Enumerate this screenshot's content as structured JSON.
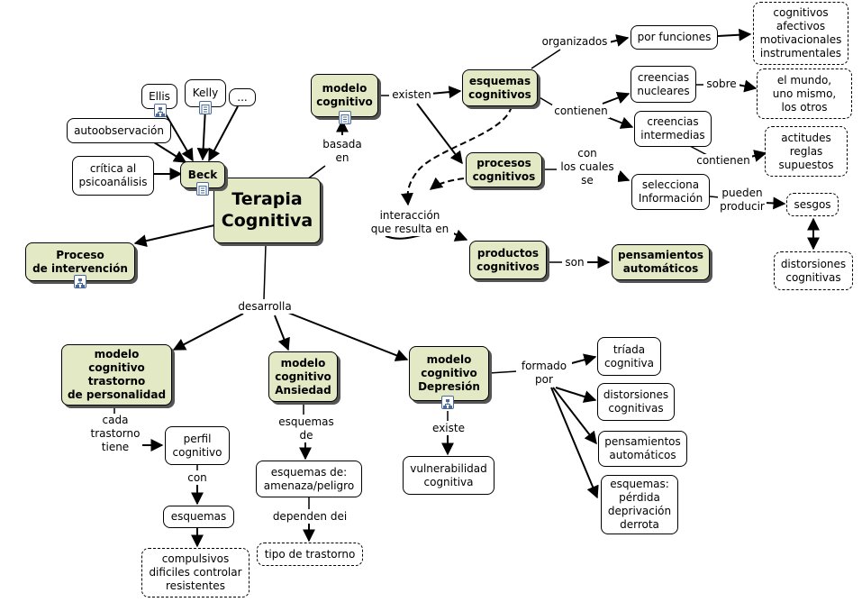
{
  "concepts": {
    "terapia": "Terapia\nCognitiva",
    "beck": "Beck",
    "ellis": "Ellis",
    "kelly": "Kelly",
    "ellipsis": "...",
    "autoobservacion": "autoobservación",
    "critica": "crítica al\npsicoanálisis",
    "proceso": "Proceso\nde intervención",
    "modelo_cognitivo": "modelo\ncognitivo",
    "esquemas_cognitivos": "esquemas\ncognitivos",
    "por_funciones": "por funciones",
    "tipos_funciones": "cognitivos\nafectivos\nmotivacionales\ninstrumentales",
    "creencias_nucleares": "creencias\nnucleares",
    "mundo": "el mundo,\nuno mismo,\nlos otros",
    "creencias_intermedias": "creencias\nintermedias",
    "actitudes": "actitudes\nreglas\nsupuestos",
    "procesos_cognitivos": "procesos\ncognitivos",
    "selecciona": "selecciona\nInformación",
    "sesgos": "sesgos",
    "distorsiones_top": "distorsiones\ncognitivas",
    "productos": "productos\ncognitivos",
    "pensamientos_auto": "pensamientos\nautomáticos",
    "modelo_personalidad": "modelo\ncognitivo\ntrastorno\nde personalidad",
    "perfil": "perfil\ncognitivo",
    "esquemas": "esquemas",
    "compulsivos": "compulsivos\ndificiles controlar\nresistentes",
    "modelo_ansiedad": "modelo\ncognitivo\nAnsiedad",
    "amenaza": "esquemas de:\namenaza/peligro",
    "tipo_trastorno": "tipo de trastorno",
    "modelo_depresion": "modelo\ncognitivo\nDepresión",
    "vulnerabilidad": "vulnerabilidad\ncognitiva",
    "triada": "tríada\ncognitiva",
    "distorsiones_dep": "distorsiones\ncognitivas",
    "pensamientos_dep": "pensamientos\nautomáticos",
    "esquemas_perdida": "esquemas:\npérdida\ndeprivación\nderrota"
  },
  "link_labels": {
    "basada_en": "basada\nen",
    "existen": "existen",
    "organizados": "organizados",
    "contienen_1": "contienen",
    "sobre": "sobre",
    "contienen_2": "contienen",
    "con_los_cuales": "con\nlos cuales\nse",
    "pueden_producir": "pueden\nproducir",
    "interaccion": "interacción\nque resulta en",
    "son": "son",
    "desarrolla": "desarrolla",
    "cada_trastorno": "cada\ntrastorno\ntiene",
    "con": "con",
    "esquemas_de": "esquemas\nde",
    "dependen": "dependen dei",
    "existe": "existe",
    "formado_por": "formado\npor"
  },
  "colors": {
    "concept_fill": "#e2e9c4",
    "line": "#000000",
    "shadow": "#555555"
  },
  "icons": [
    "cmap-link-icon",
    "document-icon"
  ]
}
